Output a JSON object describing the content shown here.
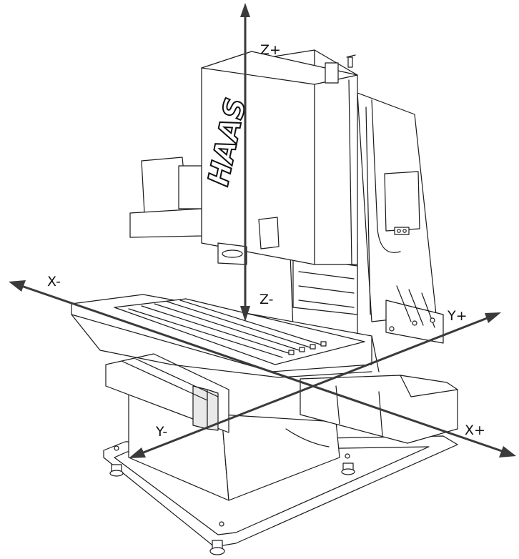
{
  "diagram": {
    "brand_logo": "HAAS",
    "axes": {
      "z_plus": "Z+",
      "z_minus": "Z-",
      "x_minus": "X-",
      "x_plus": "X+",
      "y_plus": "Y+",
      "y_minus": "Y-"
    }
  }
}
